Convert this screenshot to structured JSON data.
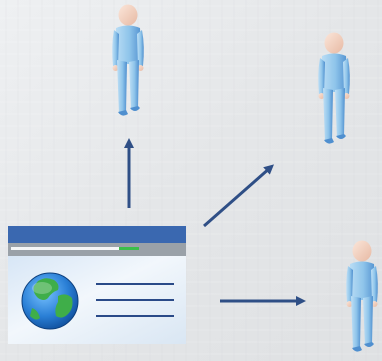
{
  "diagram": {
    "nodes": [
      {
        "id": "website",
        "kind": "web-page",
        "icon": "globe-icon"
      },
      {
        "id": "user-top",
        "kind": "person"
      },
      {
        "id": "user-right",
        "kind": "person"
      },
      {
        "id": "user-bottom-right",
        "kind": "person"
      }
    ],
    "edges": [
      {
        "from": "website",
        "to": "user-top"
      },
      {
        "from": "website",
        "to": "user-right"
      },
      {
        "from": "website",
        "to": "user-bottom-right"
      }
    ]
  },
  "colors": {
    "background": "#e6e8ea",
    "arrow": "#2f4f86",
    "titlebar": "#3a68b0",
    "address_bar": "#9aa1a8",
    "progress": "#3bbf4a",
    "text_lines": "#2a4a88",
    "person_body": "#8ec4ea",
    "person_shade": "#4f8fcf",
    "person_head": "#f3d4c2"
  }
}
